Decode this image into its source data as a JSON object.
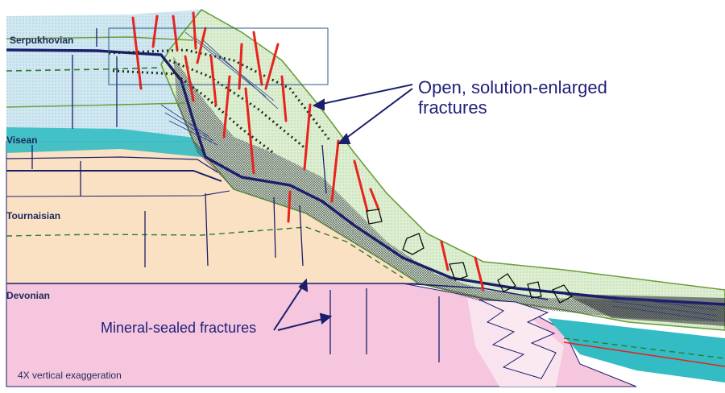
{
  "strata": {
    "serpukhovian": "Serpukhovian",
    "visean": "Visean",
    "tournaisian": "Tournaisian",
    "devonian": "Devonian"
  },
  "callouts": {
    "open_line1": "Open, solution-enlarged",
    "open_line2": "fractures",
    "sealed": "Mineral-sealed fractures"
  },
  "note": "4X vertical exaggeration",
  "colors": {
    "serpukhovian_fill": "#cfe8f2",
    "visean_fill": "#fbe1c4",
    "devonian_fill": "#f5c6de",
    "teal_band": "#33bcc4",
    "slope_green": "#dcefd0",
    "open_fracture_red": "#e8231e",
    "sealed_fracture_navy": "#1b1f6b",
    "outline_green": "#6a9e3a"
  },
  "icons": {
    "breccia_clast": "polygon-outline"
  }
}
